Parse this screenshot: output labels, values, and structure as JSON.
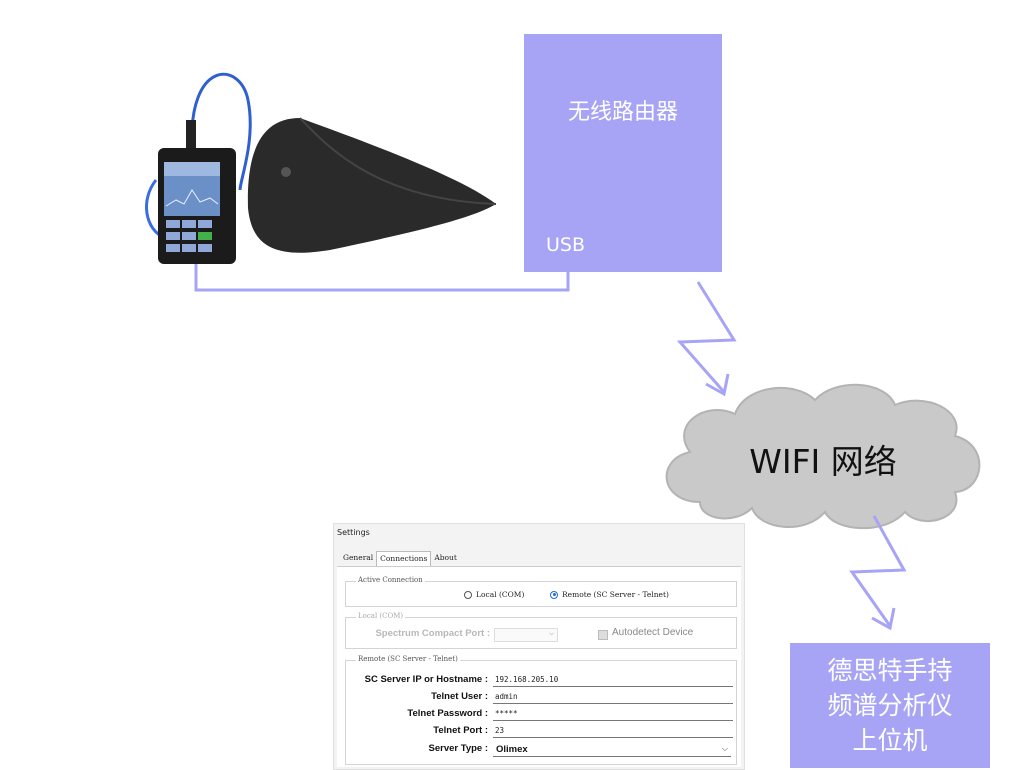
{
  "diagram": {
    "router": {
      "title": "无线路由器",
      "port": "USB"
    },
    "network": {
      "label": "WIFI 网络"
    },
    "pc": {
      "lines": [
        "德思特手持",
        "频谱分析仪",
        "上位机"
      ]
    },
    "colors": {
      "box": "#a7a4f6",
      "arrow": "#a7a4f6",
      "cable": "#a7a4f6",
      "cloud": "#c9c9c9"
    }
  },
  "settings": {
    "title": "Settings",
    "tabs": [
      "General",
      "Connections",
      "About"
    ],
    "active_tab": "Connections",
    "active_connection": {
      "legend": "Active Connection",
      "options": [
        "Local (COM)",
        "Remote (SC Server - Telnet)"
      ],
      "selected": "Remote (SC Server - Telnet)"
    },
    "local": {
      "legend": "Local (COM)",
      "port_label": "Spectrum Compact Port :",
      "autodetect_label": "Autodetect Device"
    },
    "remote": {
      "legend": "Remote (SC Server - Telnet)",
      "fields": [
        {
          "label": "SC Server IP or Hostname :",
          "value": "192.168.205.10"
        },
        {
          "label": "Telnet User :",
          "value": "admin"
        },
        {
          "label": "Telnet Password :",
          "value": "*****"
        },
        {
          "label": "Telnet Port :",
          "value": "23"
        }
      ],
      "server_type_label": "Server Type :",
      "server_type_value": "Olimex"
    }
  }
}
